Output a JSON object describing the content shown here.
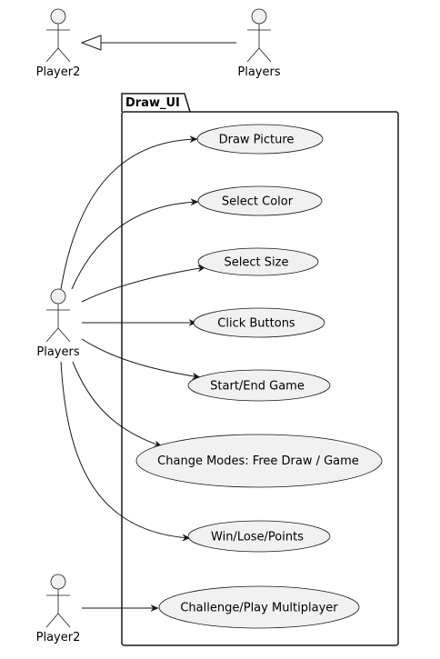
{
  "colors": {
    "background": "#ffffff",
    "usecase_fill": "#f1f1f1",
    "actor_fill": "#f1f1f1",
    "stroke": "#181818"
  },
  "package": {
    "label": "Draw_UI"
  },
  "actors": [
    {
      "id": "player2-top",
      "label": "Player2"
    },
    {
      "id": "players-top",
      "label": "Players"
    },
    {
      "id": "players-main",
      "label": "Players"
    },
    {
      "id": "player2-bottom",
      "label": "Player2"
    }
  ],
  "use_cases": [
    {
      "id": "draw-picture",
      "label": "Draw Picture"
    },
    {
      "id": "select-color",
      "label": "Select Color"
    },
    {
      "id": "select-size",
      "label": "Select Size"
    },
    {
      "id": "click-buttons",
      "label": "Click Buttons"
    },
    {
      "id": "start-end-game",
      "label": "Start/End Game"
    },
    {
      "id": "change-modes",
      "label": "Change Modes: Free Draw / Game"
    },
    {
      "id": "win-lose-points",
      "label": "Win/Lose/Points"
    },
    {
      "id": "challenge-multiplayer",
      "label": "Challenge/Play Multiplayer"
    }
  ],
  "relations": [
    {
      "type": "generalization",
      "from": "players-top",
      "to": "player2-top"
    },
    {
      "type": "association",
      "from": "players-main",
      "to": "draw-picture"
    },
    {
      "type": "association",
      "from": "players-main",
      "to": "select-color"
    },
    {
      "type": "association",
      "from": "players-main",
      "to": "select-size"
    },
    {
      "type": "association",
      "from": "players-main",
      "to": "click-buttons"
    },
    {
      "type": "association",
      "from": "players-main",
      "to": "start-end-game"
    },
    {
      "type": "association",
      "from": "players-main",
      "to": "change-modes"
    },
    {
      "type": "association",
      "from": "players-main",
      "to": "win-lose-points"
    },
    {
      "type": "association",
      "from": "player2-bottom",
      "to": "challenge-multiplayer"
    }
  ]
}
